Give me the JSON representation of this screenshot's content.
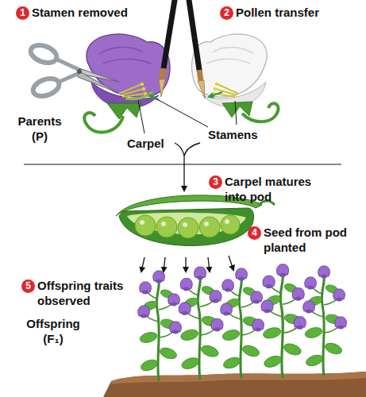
{
  "diagram": {
    "labels": [
      "1",
      "Stamen removed",
      "2",
      "Pollen transfer",
      "Parents (P)",
      "Carpel",
      "Stamens",
      "3",
      "Carpel matures into pod",
      "4",
      "Seed from pod planted",
      "5",
      "Offspring traits observed",
      "Offspring (F₁)"
    ]
  }
}
